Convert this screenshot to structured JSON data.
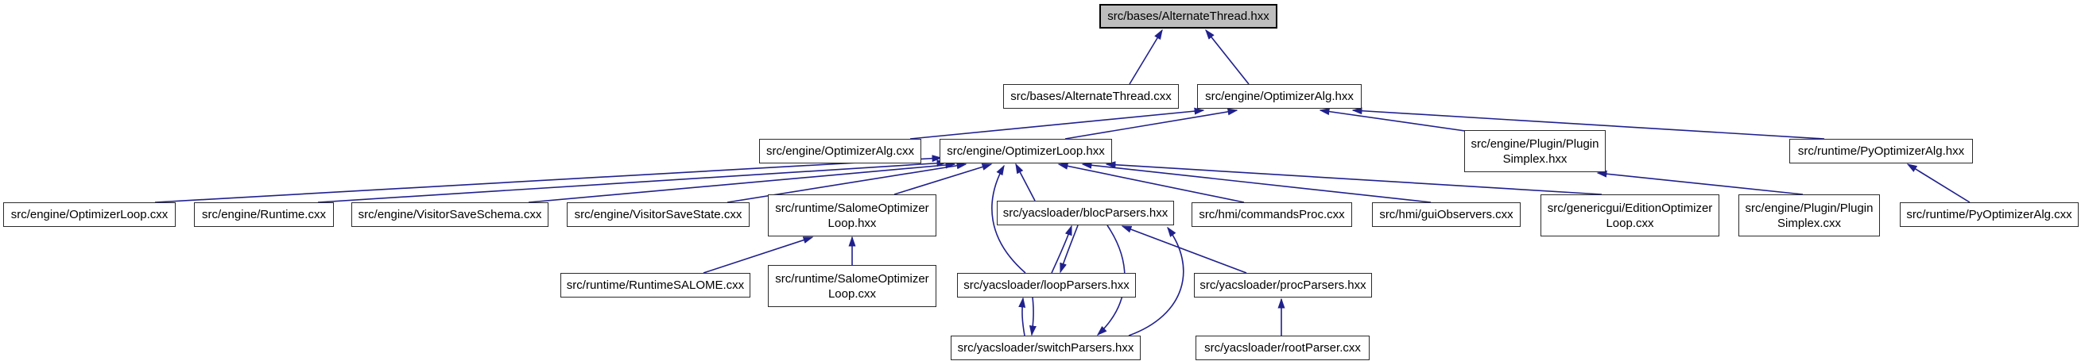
{
  "graph": {
    "title": "include dependency graph for src/bases/AlternateThread.hxx",
    "colors": {
      "edge": "#20208d",
      "node_border": "#2b2b2b",
      "node_fill": "#ffffff",
      "root_fill": "#bebebe",
      "text": "#000000",
      "background": "#ffffff"
    },
    "nodes": [
      {
        "id": "alternatethread-hxx",
        "label": "src/bases/AlternateThread.hxx",
        "highlighted": true
      },
      {
        "id": "alternatethread-cxx",
        "label": "src/bases/AlternateThread.cxx",
        "highlighted": false
      },
      {
        "id": "optimizeralg-hxx",
        "label": "src/engine/OptimizerAlg.hxx",
        "highlighted": false
      },
      {
        "id": "optimizeralg-cxx",
        "label": "src/engine/OptimizerAlg.cxx",
        "highlighted": false
      },
      {
        "id": "optimizerloop-hxx",
        "label": "src/engine/OptimizerLoop.hxx",
        "highlighted": false
      },
      {
        "id": "pluginsimplex-hxx",
        "label": "src/engine/Plugin/Plugin\nSimplex.hxx",
        "highlighted": false
      },
      {
        "id": "pyoptimizeralg-hxx",
        "label": "src/runtime/PyOptimizerAlg.hxx",
        "highlighted": false
      },
      {
        "id": "optimizerloop-cxx",
        "label": "src/engine/OptimizerLoop.cxx",
        "highlighted": false
      },
      {
        "id": "runtime-cxx",
        "label": "src/engine/Runtime.cxx",
        "highlighted": false
      },
      {
        "id": "visitorsaveschema-cxx",
        "label": "src/engine/VisitorSaveSchema.cxx",
        "highlighted": false
      },
      {
        "id": "visitorsavestate-cxx",
        "label": "src/engine/VisitorSaveState.cxx",
        "highlighted": false
      },
      {
        "id": "salomeoptimizerloop-hxx",
        "label": "src/runtime/SalomeOptimizer\nLoop.hxx",
        "highlighted": false
      },
      {
        "id": "blocparsers-hxx",
        "label": "src/yacsloader/blocParsers.hxx",
        "highlighted": false
      },
      {
        "id": "commandsproc-cxx",
        "label": "src/hmi/commandsProc.cxx",
        "highlighted": false
      },
      {
        "id": "guiobservers-cxx",
        "label": "src/hmi/guiObservers.cxx",
        "highlighted": false
      },
      {
        "id": "editionoptimizerloop-cxx",
        "label": "src/genericgui/EditionOptimizer\nLoop.cxx",
        "highlighted": false
      },
      {
        "id": "pluginsimplex-cxx",
        "label": "src/engine/Plugin/Plugin\nSimplex.cxx",
        "highlighted": false
      },
      {
        "id": "pyoptimizeralg-cxx",
        "label": "src/runtime/PyOptimizerAlg.cxx",
        "highlighted": false
      },
      {
        "id": "runtimesalome-cxx",
        "label": "src/runtime/RuntimeSALOME.cxx",
        "highlighted": false
      },
      {
        "id": "salomeoptimizerloop-cxx",
        "label": "src/runtime/SalomeOptimizer\nLoop.cxx",
        "highlighted": false
      },
      {
        "id": "loopparsers-hxx",
        "label": "src/yacsloader/loopParsers.hxx",
        "highlighted": false
      },
      {
        "id": "procparsers-hxx",
        "label": "src/yacsloader/procParsers.hxx",
        "highlighted": false
      },
      {
        "id": "switchparsers-hxx",
        "label": "src/yacsloader/switchParsers.hxx",
        "highlighted": false
      },
      {
        "id": "rootparser-cxx",
        "label": "src/yacsloader/rootParser.cxx",
        "highlighted": false
      }
    ],
    "edges": [
      {
        "from": "alternatethread-cxx",
        "to": "alternatethread-hxx"
      },
      {
        "from": "optimizeralg-hxx",
        "to": "alternatethread-hxx"
      },
      {
        "from": "optimizeralg-cxx",
        "to": "optimizeralg-hxx"
      },
      {
        "from": "optimizerloop-hxx",
        "to": "optimizeralg-hxx"
      },
      {
        "from": "pluginsimplex-hxx",
        "to": "optimizeralg-hxx"
      },
      {
        "from": "pyoptimizeralg-hxx",
        "to": "optimizeralg-hxx"
      },
      {
        "from": "optimizerloop-cxx",
        "to": "optimizerloop-hxx"
      },
      {
        "from": "runtime-cxx",
        "to": "optimizerloop-hxx"
      },
      {
        "from": "visitorsaveschema-cxx",
        "to": "optimizerloop-hxx"
      },
      {
        "from": "visitorsavestate-cxx",
        "to": "optimizerloop-hxx"
      },
      {
        "from": "salomeoptimizerloop-hxx",
        "to": "optimizerloop-hxx"
      },
      {
        "from": "loopparsers-hxx",
        "to": "optimizerloop-hxx"
      },
      {
        "from": "blocparsers-hxx",
        "to": "optimizerloop-hxx"
      },
      {
        "from": "commandsproc-cxx",
        "to": "optimizerloop-hxx"
      },
      {
        "from": "guiobservers-cxx",
        "to": "optimizerloop-hxx"
      },
      {
        "from": "editionoptimizerloop-cxx",
        "to": "optimizerloop-hxx"
      },
      {
        "from": "runtimesalome-cxx",
        "to": "salomeoptimizerloop-hxx"
      },
      {
        "from": "salomeoptimizerloop-cxx",
        "to": "salomeoptimizerloop-hxx"
      },
      {
        "from": "loopparsers-hxx",
        "to": "blocparsers-hxx"
      },
      {
        "from": "blocparsers-hxx",
        "to": "loopparsers-hxx"
      },
      {
        "from": "switchparsers-hxx",
        "to": "loopparsers-hxx"
      },
      {
        "from": "loopparsers-hxx",
        "to": "switchparsers-hxx"
      },
      {
        "from": "blocparsers-hxx",
        "to": "switchparsers-hxx"
      },
      {
        "from": "switchparsers-hxx",
        "to": "blocparsers-hxx"
      },
      {
        "from": "procparsers-hxx",
        "to": "blocparsers-hxx"
      },
      {
        "from": "rootparser-cxx",
        "to": "procparsers-hxx"
      },
      {
        "from": "pluginsimplex-cxx",
        "to": "pluginsimplex-hxx"
      },
      {
        "from": "pyoptimizeralg-cxx",
        "to": "pyoptimizeralg-hxx"
      }
    ]
  }
}
